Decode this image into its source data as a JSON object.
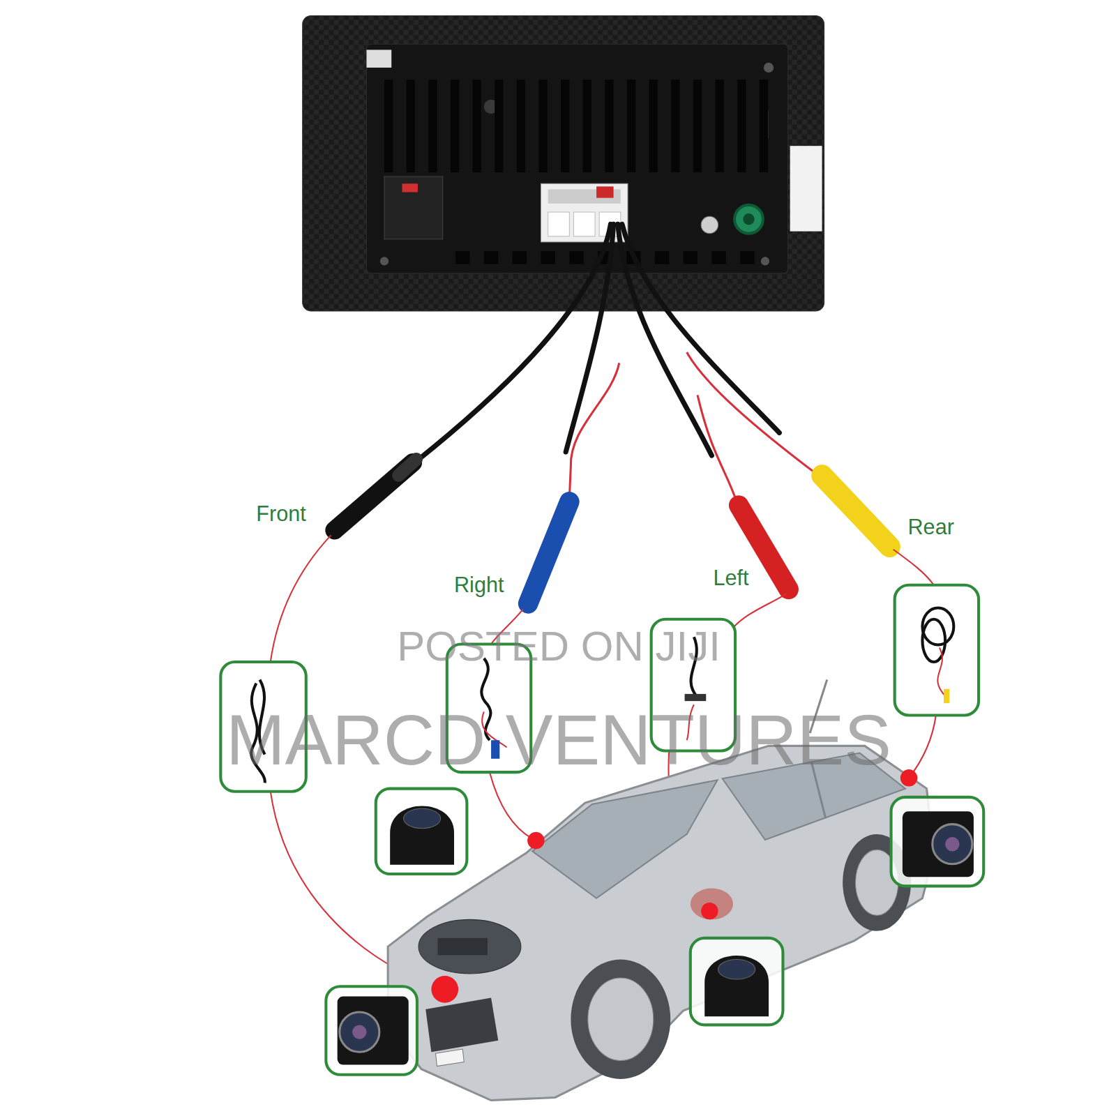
{
  "diagram": {
    "labels": [
      "Front",
      "Right",
      "Left",
      "Rear",
      "POSTED ON JIJI",
      "MARCD VENTURES"
    ]
  }
}
